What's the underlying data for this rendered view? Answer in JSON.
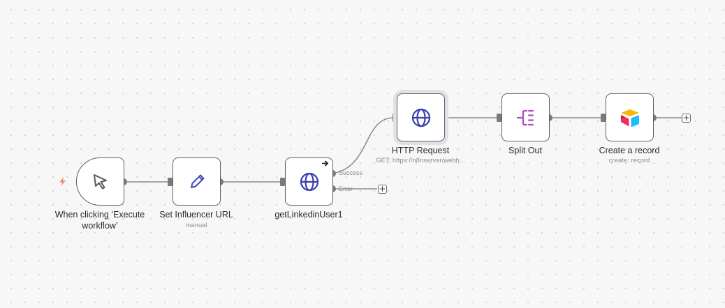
{
  "workflow": {
    "trigger_icon": "lightning-bolt-icon",
    "nodes": [
      {
        "id": "trigger",
        "label": "When clicking ‘Execute workflow’",
        "subtitle": "",
        "icon": "cursor-pointer-icon"
      },
      {
        "id": "set",
        "label": "Set Influencer URL",
        "subtitle": "manual",
        "icon": "pencil-icon"
      },
      {
        "id": "getlinkedin",
        "label": "getLinkedinUser1",
        "subtitle": "",
        "icon": "globe-icon",
        "badge_icon": "arrow-right-icon"
      },
      {
        "id": "http",
        "label": "HTTP Request",
        "subtitle": "GET: https://n8nserver/webh...",
        "icon": "globe-icon"
      },
      {
        "id": "split",
        "label": "Split Out",
        "subtitle": "",
        "icon": "split-out-icon"
      },
      {
        "id": "airtable",
        "label": "Create a record",
        "subtitle": "create: record",
        "icon": "airtable-icon"
      }
    ],
    "branches": {
      "success": "Success",
      "error": "Error"
    },
    "add_symbol": "+",
    "colors": {
      "globe": "#3a3fae",
      "pencil": "#4048b6",
      "split": "#a64fc4",
      "edge": "#8c8c8c",
      "bolt": "#f07a5f"
    }
  }
}
